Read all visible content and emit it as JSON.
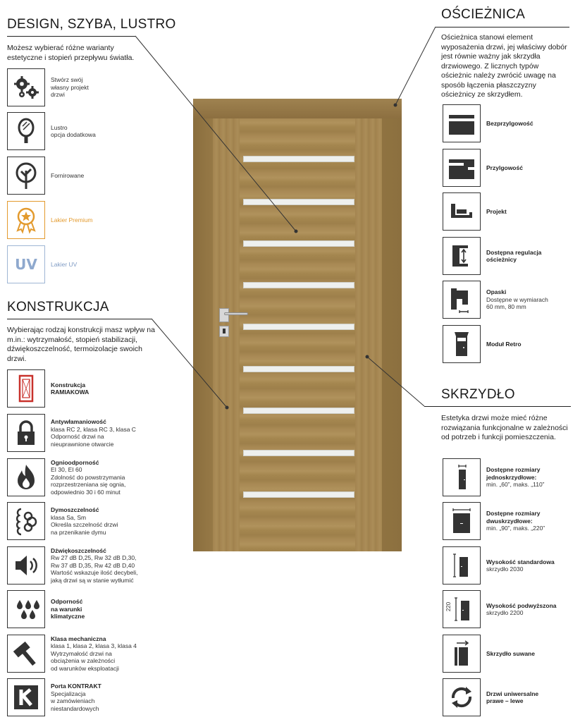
{
  "design": {
    "heading": "DESIGN, SZYBA, LUSTRO",
    "description": "Możesz wybierać różne warianty estetyczne i stopień przepływu światła.",
    "items": [
      {
        "icon": "gears-icon",
        "lines": [
          "Stwórz swój",
          "własny projekt",
          "drzwi"
        ]
      },
      {
        "icon": "mirror-icon",
        "lines": [
          "Lustro",
          "opcja dodatkowa"
        ]
      },
      {
        "icon": "tree-icon",
        "lines": [
          "Fornirowane"
        ]
      },
      {
        "icon": "premium-badge-icon",
        "lines": [
          "Lakier Premium"
        ],
        "color": "#e39a2d"
      },
      {
        "icon": "uv-icon",
        "lines": [
          "Lakier UV"
        ],
        "color": "#7f9bc4",
        "badge": "UV"
      }
    ]
  },
  "konstrukcja": {
    "heading": "KONSTRUKCJA",
    "description": "Wybierając rodzaj konstrukcji masz wpływ na m.in.: wytrzymałość, stopień stabilizacji, dźwiękoszczelność, termoizolacje swoich drzwi.",
    "items": [
      {
        "icon": "frame-construction-icon",
        "title": "Konstrukcja",
        "lines": [
          "RAMIAKOWA"
        ],
        "bold_lines": true
      },
      {
        "icon": "padlock-icon",
        "title": "Antywłamaniowość",
        "lines": [
          "klasa RC 2, klasa RC 3, klasa C",
          "Odporność drzwi na",
          "nieuprawnione otwarcie"
        ]
      },
      {
        "icon": "flame-icon",
        "title": "Ognioodporność",
        "lines": [
          "EI 30, EI 60",
          "Zdolność do powstrzymania",
          "rozprzestrzeniana się ognia,",
          "odpowiednio 30 i 60 minut"
        ]
      },
      {
        "icon": "smoke-icon",
        "title": "Dymoszczelność",
        "lines": [
          "klasa Sa, Sm",
          "Określa szczelność drzwi",
          "na przenikanie dymu"
        ]
      },
      {
        "icon": "speaker-icon",
        "title": "Dźwiękoszczelność",
        "lines": [
          "Rw 27 dB D,25, Rw 32 dB D,30,",
          "Rw 37 dB D,35, Rw 42 dB D,40",
          "Wartość wskazuje ilość decybeli,",
          "jaką drzwi są w stanie wytłumić"
        ]
      },
      {
        "icon": "drops-icon",
        "title": "Odporność",
        "lines": [
          "na warunki",
          "klimatyczne"
        ],
        "bold_lines": true
      },
      {
        "icon": "hammer-icon",
        "title": "Klasa mechaniczna",
        "lines": [
          "klasa 1, klasa 2, klasa 3, klasa 4",
          "Wytrzymałość drzwi na",
          "obciążenia w zależności",
          "od warunków eksploatacji"
        ]
      },
      {
        "icon": "kontrakt-k-icon",
        "title": "Porta KONTRAKT",
        "lines": [
          "Specjalizacja",
          "w zamówieniach",
          "niestandardowych"
        ]
      }
    ]
  },
  "oscieznica": {
    "heading": "OŚCIEŻNICA",
    "description": "Ościeżnica stanowi element wyposażenia drzwi, jej właściwy dobór jest równie ważny jak skrzydła drzwiowego. Z licznych typów ościeżnic należy zwrócić uwagę na sposób łączenia płaszczyzny ościeżnicy ze skrzydłem.",
    "items": [
      {
        "icon": "flush-frame-icon",
        "title": "Bezprzylgowość",
        "lines": []
      },
      {
        "icon": "rebated-frame-icon",
        "title": "Przylgowość",
        "lines": []
      },
      {
        "icon": "project-frame-icon",
        "title": "Projekt",
        "lines": []
      },
      {
        "icon": "adjustable-frame-icon",
        "title": "Dostępna regulacja",
        "lines": [
          "ościeżnicy"
        ],
        "bold_lines": true
      },
      {
        "icon": "casing-icon",
        "title": "Opaski",
        "lines": [
          "Dostępne w wymiarach",
          "60 mm, 80 mm"
        ]
      },
      {
        "icon": "retro-module-icon",
        "title": "Moduł Retro",
        "lines": []
      }
    ]
  },
  "skrzydlo": {
    "heading": "SKRZYDŁO",
    "description": "Estetyka drzwi może mieć różne rozwiązania funkcjonalne w zależności od potrzeb i funkcji pomieszczenia.",
    "items": [
      {
        "icon": "single-leaf-icon",
        "title": "Dostępne rozmiary",
        "lines": [
          "jednoskrzydłowe:",
          "min. „60”, maks. „110”"
        ],
        "bold_count": 1
      },
      {
        "icon": "double-leaf-icon",
        "title": "Dostępne rozmiary",
        "lines": [
          "dwuskrzydłowe:",
          "min. „90”, maks. „220”"
        ],
        "bold_count": 1
      },
      {
        "icon": "standard-height-icon",
        "title": "Wysokość standardowa",
        "lines": [
          "skrzydło 2030"
        ]
      },
      {
        "icon": "raised-height-icon",
        "title": "Wysokość podwyższona",
        "lines": [
          "skrzydło 2200"
        ],
        "badge": "220"
      },
      {
        "icon": "sliding-leaf-icon",
        "title": "Skrzydło suwane",
        "lines": []
      },
      {
        "icon": "universal-door-icon",
        "title": "Drzwi uniwersalne",
        "lines": [
          "prawe – lewe"
        ],
        "bold_lines": true
      }
    ]
  },
  "colors": {
    "premium": "#e39a2d",
    "uv": "#7f9bc4",
    "wood": "#a98a55"
  }
}
